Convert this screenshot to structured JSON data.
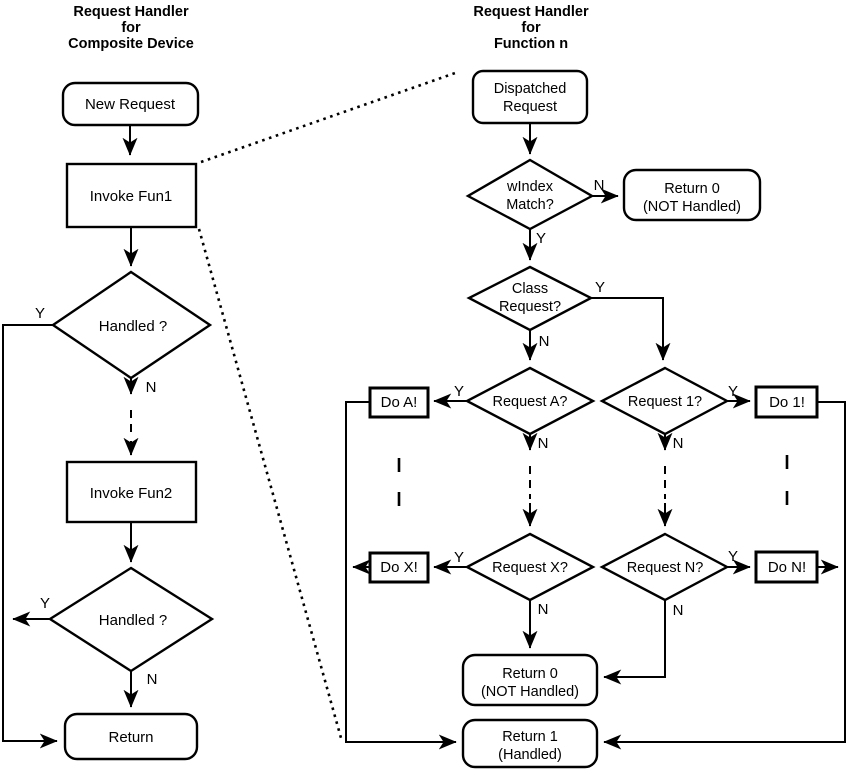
{
  "colors": {
    "line": "#000000",
    "background": "#ffffff",
    "text": "#000000"
  },
  "left": {
    "title": [
      "Request Handler",
      "for",
      "Composite Device"
    ],
    "new_request": "New Request",
    "invoke_fun1": "Invoke Fun1",
    "handled_1": "Handled ?",
    "invoke_fun2": "Invoke Fun2",
    "handled_2": "Handled ?",
    "return": "Return",
    "yes": "Y",
    "no": "N"
  },
  "right": {
    "title": [
      "Request Handler",
      "for",
      "Function n"
    ],
    "dispatched": [
      "Dispatched",
      "Request"
    ],
    "windex": [
      "wIndex",
      "Match?"
    ],
    "return0_top": [
      "Return 0",
      "(NOT Handled)"
    ],
    "class_request": [
      "Class",
      "Request?"
    ],
    "request_a": "Request A?",
    "request_1": "Request 1?",
    "do_a": "Do A!",
    "do_1": "Do 1!",
    "request_x": "Request X?",
    "request_n": "Request N?",
    "do_x": "Do X!",
    "do_n": "Do N!",
    "return0_bottom": [
      "Return 0",
      "(NOT Handled)"
    ],
    "return1": [
      "Return 1",
      "(Handled)"
    ],
    "yes": "Y",
    "no": "N"
  }
}
